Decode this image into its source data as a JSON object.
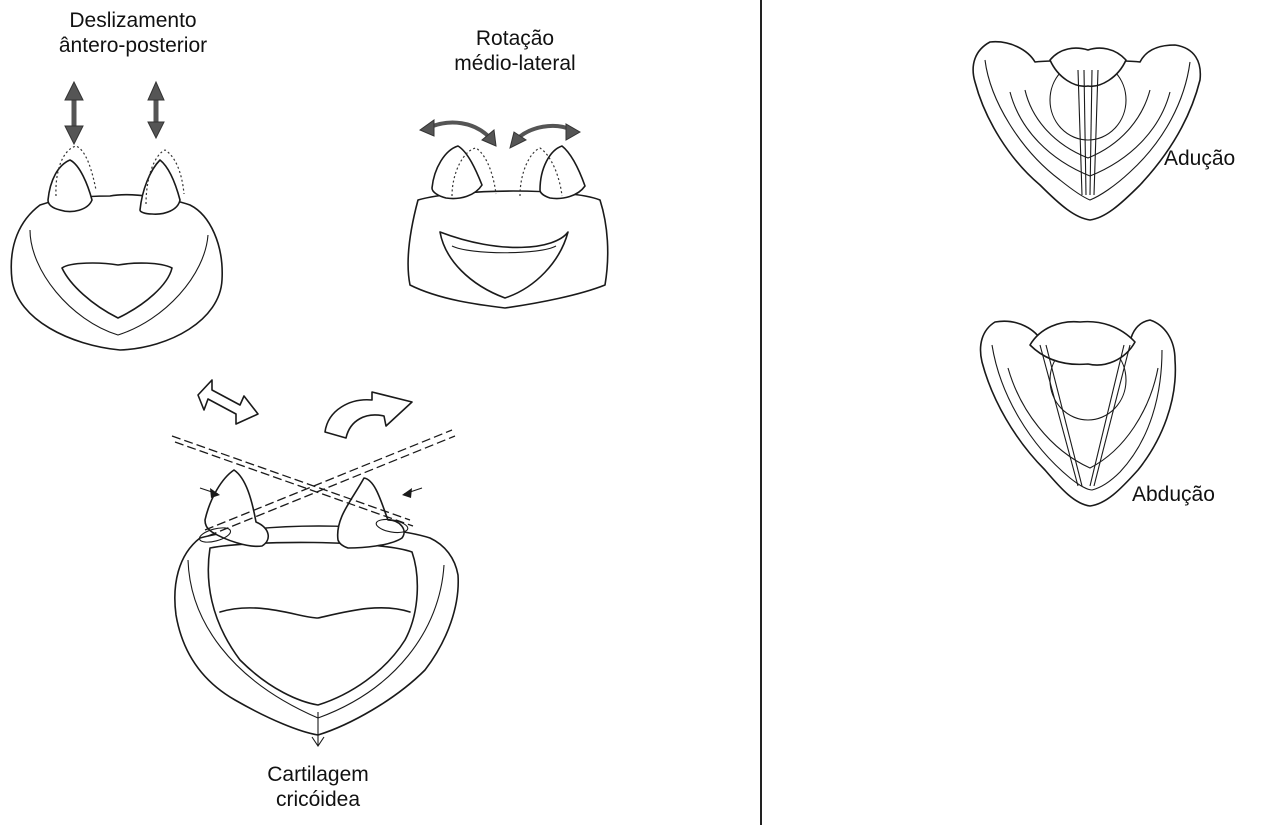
{
  "labels": {
    "antero_posterior": [
      "Deslizamento",
      "ântero-posterior"
    ],
    "medio_lateral": [
      "Rotação",
      "médio-lateral"
    ],
    "cricoid": [
      "Cartilagem",
      "cricóidea"
    ],
    "aducao": "Adução",
    "abducao": "Abdução"
  }
}
